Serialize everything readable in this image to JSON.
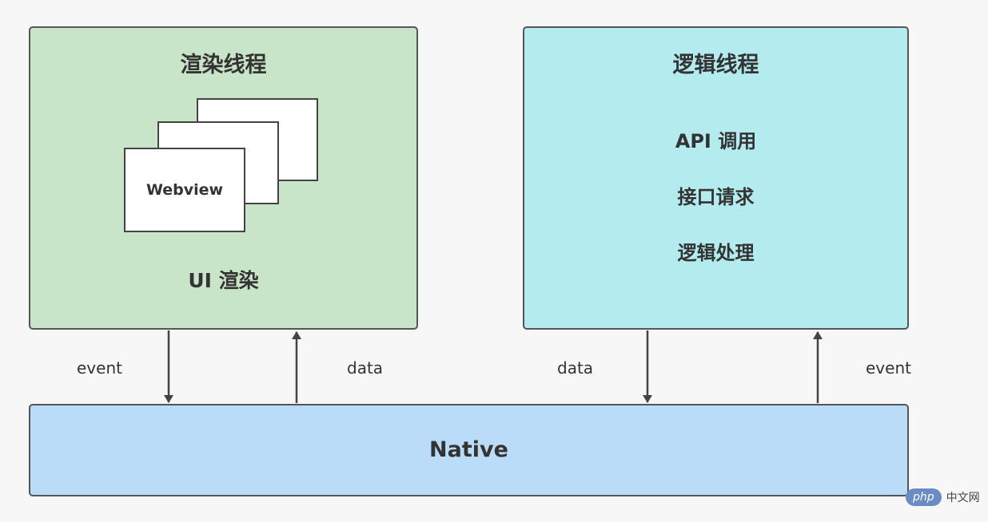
{
  "render_thread": {
    "title": "渲染线程",
    "page_label": "Webview",
    "caption": "UI 渲染"
  },
  "logic_thread": {
    "title": "逻辑线程",
    "items": [
      "API 调用",
      "接口请求",
      "逻辑处理"
    ]
  },
  "native": {
    "label": "Native"
  },
  "arrows": {
    "left_down": "event",
    "left_up": "data",
    "right_down": "data",
    "right_up": "event"
  },
  "watermark": {
    "logo": "php",
    "site": "中文网"
  },
  "colors": {
    "render_fill": "#c9e5c9",
    "logic_fill": "#b3ebee",
    "native_fill": "#bbdcf8",
    "border": "#555555"
  }
}
